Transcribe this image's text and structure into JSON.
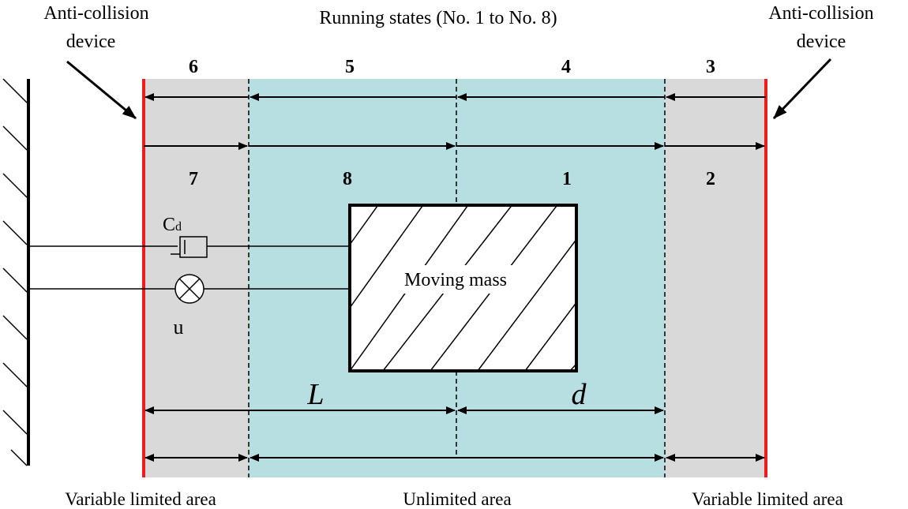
{
  "title": "Running states (No. 1 to No. 8)",
  "devices": {
    "left_line1": "Anti-collision",
    "left_line2": "device",
    "right_line1": "Anti-collision",
    "right_line2": "device"
  },
  "states": {
    "s1": "1",
    "s2": "2",
    "s3": "3",
    "s4": "4",
    "s5": "5",
    "s6": "6",
    "s7": "7",
    "s8": "8"
  },
  "mass_label": "Moving mass",
  "damper": {
    "symbol": "C",
    "subscript": "d"
  },
  "actuator_label": "u",
  "dimensions": {
    "L": "L",
    "d": "d"
  },
  "areas": {
    "left": "Variable limited area",
    "middle": "Unlimited area",
    "right": "Variable limited area"
  },
  "colors": {
    "limited_area": "#d9d9d9",
    "unlimited_area": "#b7dfe2",
    "anti_collision": "#ee1c1c",
    "line": "#000000"
  }
}
